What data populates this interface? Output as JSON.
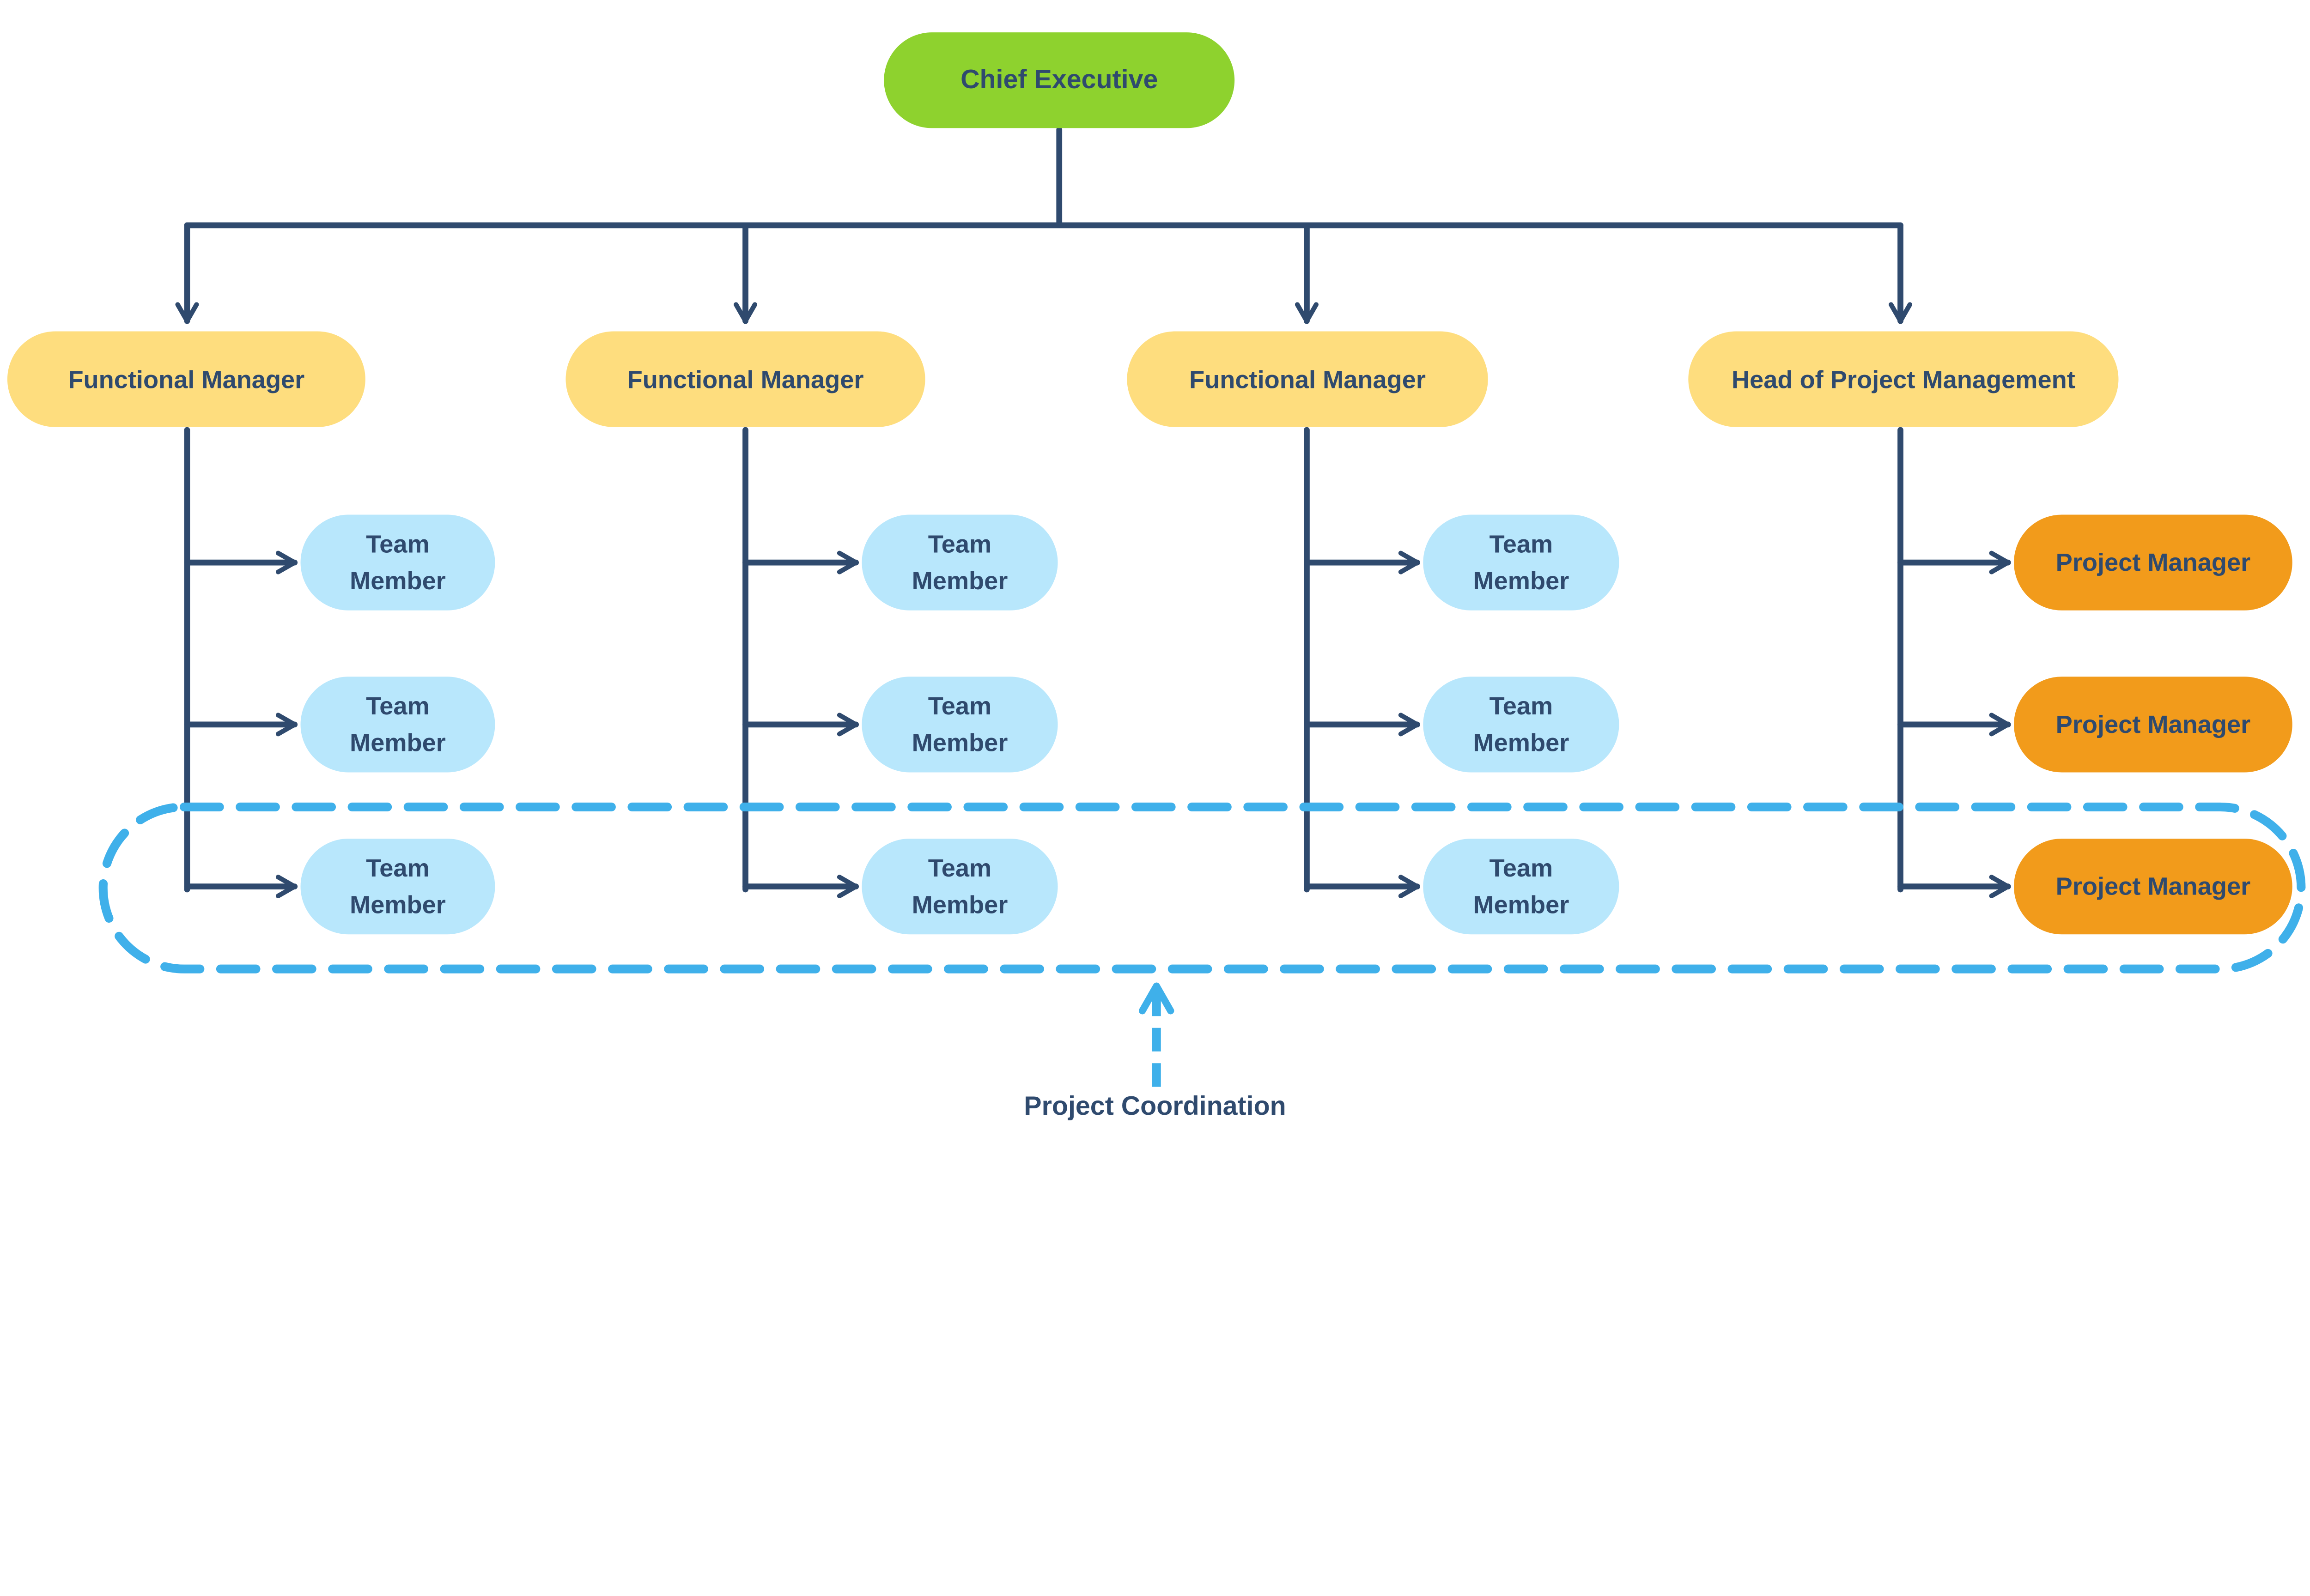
{
  "colors": {
    "chief": "#8ed22e",
    "manager": "#fedd7e",
    "team": "#b8e7fc",
    "project_manager": "#f29b1b",
    "connector": "#2f4a6e",
    "coordination": "#3fb0ea",
    "text": "#2f4a6e"
  },
  "chief": {
    "label": "Chief Executive"
  },
  "columns": [
    {
      "head": "Functional Manager",
      "children": [
        [
          "Team",
          "Member"
        ],
        [
          "Team",
          "Member"
        ],
        [
          "Team",
          "Member"
        ]
      ],
      "child_type": "team"
    },
    {
      "head": "Functional Manager",
      "children": [
        [
          "Team",
          "Member"
        ],
        [
          "Team",
          "Member"
        ],
        [
          "Team",
          "Member"
        ]
      ],
      "child_type": "team"
    },
    {
      "head": "Functional Manager",
      "children": [
        [
          "Team",
          "Member"
        ],
        [
          "Team",
          "Member"
        ],
        [
          "Team",
          "Member"
        ]
      ],
      "child_type": "team"
    },
    {
      "head": "Head of Project Management",
      "children": [
        [
          "Project Manager"
        ],
        [
          "Project Manager"
        ],
        [
          "Project Manager"
        ]
      ],
      "child_type": "project_manager"
    }
  ],
  "coordination": {
    "label": "Project Coordination"
  }
}
